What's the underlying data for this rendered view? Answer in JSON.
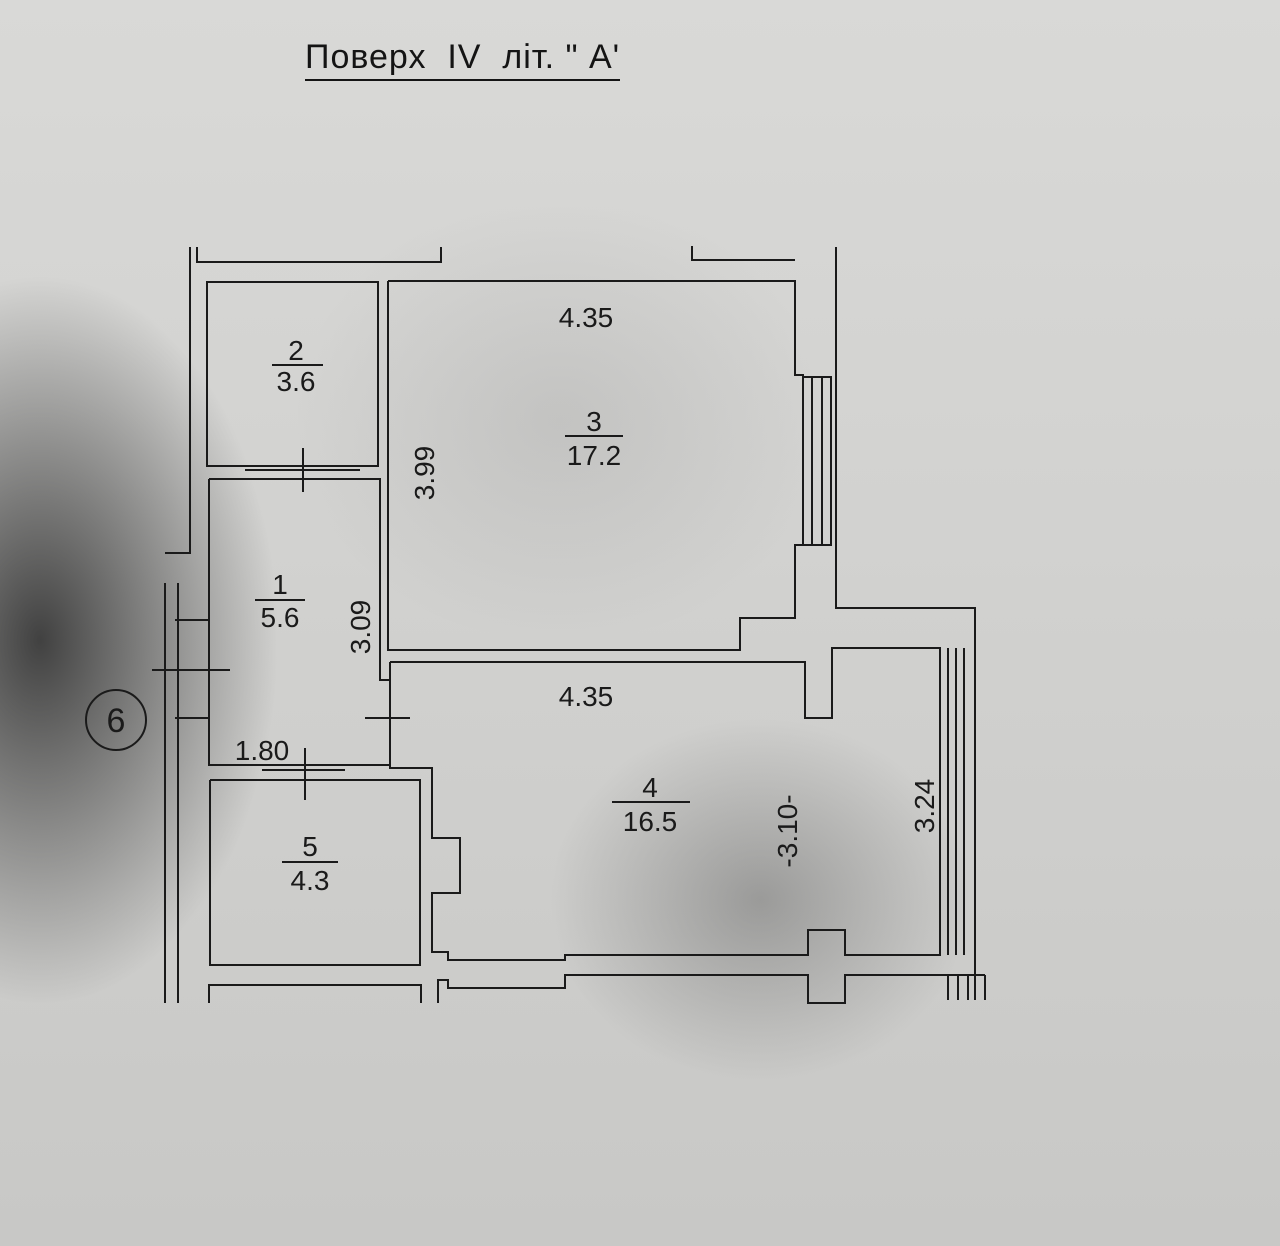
{
  "title": "Поверх  IV  літ. \" A'",
  "section_marker": "6",
  "rooms": [
    {
      "number": "1",
      "area": "5.6"
    },
    {
      "number": "2",
      "area": "3.6"
    },
    {
      "number": "3",
      "area": "17.2"
    },
    {
      "number": "4",
      "area": "16.5"
    },
    {
      "number": "5",
      "area": "4.3"
    }
  ],
  "dimensions": {
    "room3_width": "4.35",
    "room3_depth": "3.99",
    "room1_depth": "3.09",
    "room4_width": "4.35",
    "room5_width": "1.80",
    "room4_inner": "-3.10-",
    "room4_depth": "3.24"
  }
}
